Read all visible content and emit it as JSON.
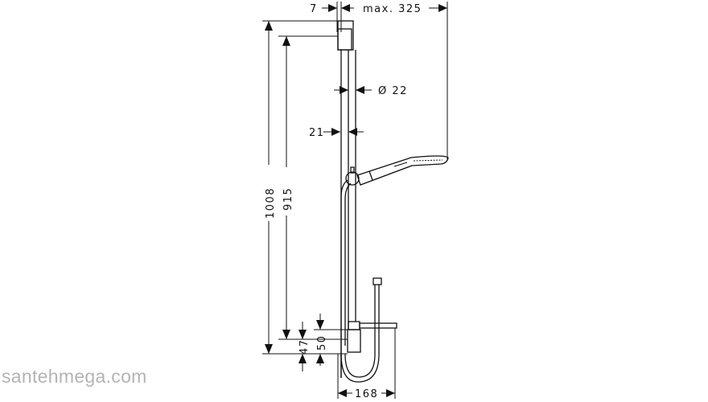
{
  "diagram": {
    "subject": "shower rail set technical drawing",
    "dimensions": {
      "wall_offset": "7",
      "max_projection": "max. 325",
      "rail_diameter": "Ø 22",
      "rail_gap": "21",
      "total_height": "1008",
      "rail_height": "915",
      "lower_mount_a": "47",
      "lower_mount_b": "50",
      "shelf_width": "168"
    },
    "units": "mm"
  },
  "watermark": {
    "text": "santehmega.com",
    "color": "#b4b4b4"
  }
}
